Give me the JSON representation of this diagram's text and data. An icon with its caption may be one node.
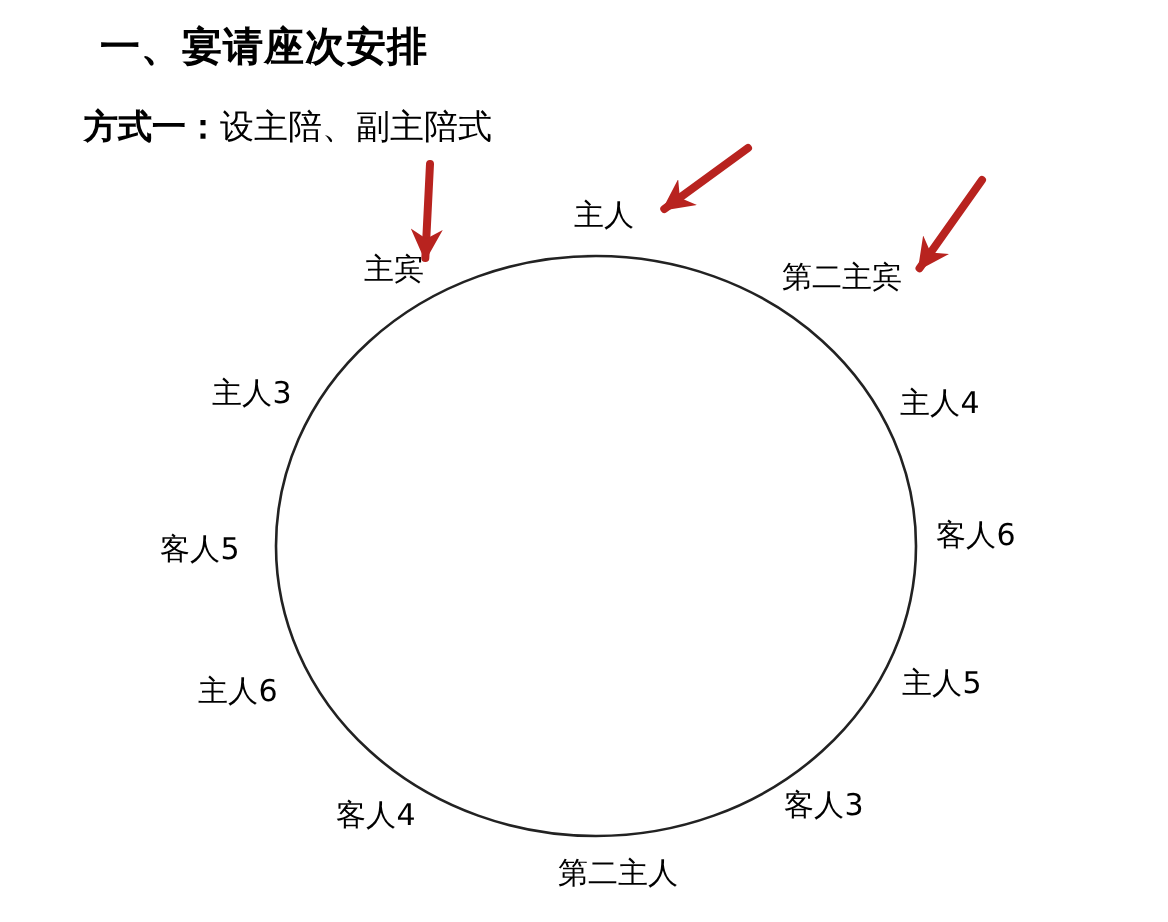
{
  "diagram": {
    "title": "一、宴请座次安排",
    "nodes": [
      {
        "text": [],
        "shape": "circle"
      },
      {
        "text": [
          "主宾"
        ]
      },
      {
        "text": [
          "主人"
        ]
      },
      {
        "text": [
          "第二主宾"
        ]
      },
      {
        "text": [
          "主人3"
        ]
      },
      {
        "text": [
          "主人4"
        ]
      },
      {
        "text": [
          "客人5"
        ]
      },
      {
        "text": [
          "客人6"
        ]
      },
      {
        "text": [
          "主人6"
        ]
      },
      {
        "text": [
          "主人5"
        ]
      },
      {
        "text": [
          "客人4"
        ]
      },
      {
        "text": [
          "客人3"
        ]
      },
      {
        "text": [
          "第二主人"
        ]
      }
    ],
    "edges": [
      {
        "from": null,
        "to": 1,
        "arrow": "to",
        "color": "#b8231f"
      },
      {
        "from": null,
        "to": 2,
        "arrow": "to",
        "color": "#b8231f"
      },
      {
        "from": null,
        "to": 3,
        "arrow": "to",
        "color": "#b8231f"
      }
    ],
    "labels": [
      "**方式一：**设主陪、副主陪式"
    ]
  }
}
